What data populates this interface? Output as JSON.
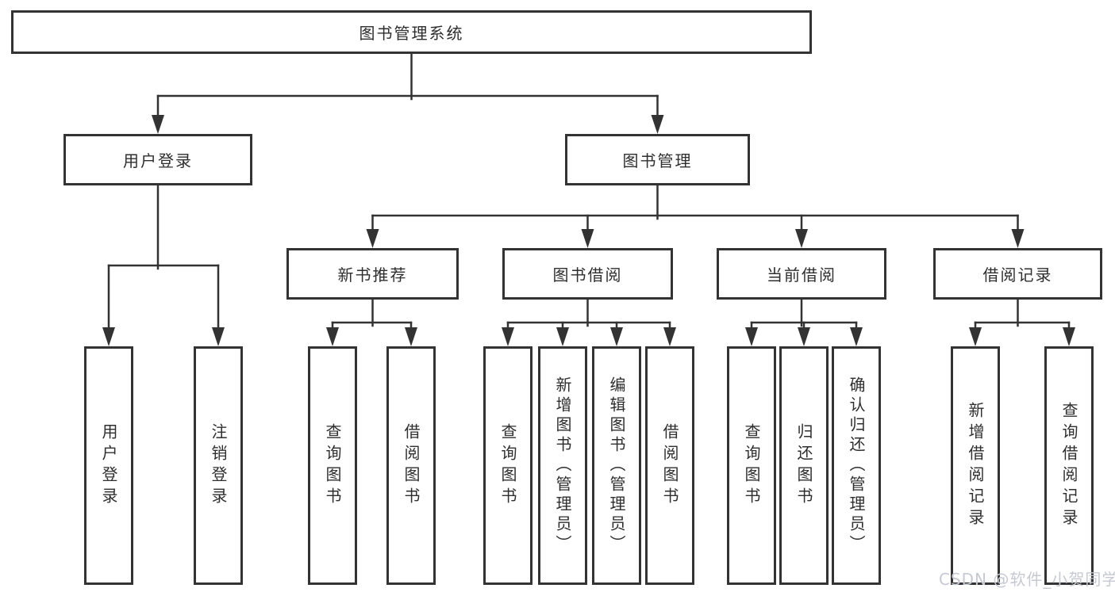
{
  "diagram": {
    "title": "图书管理系统",
    "root": "图书管理系统",
    "level2": {
      "user_login": "用户登录",
      "book_management": "图书管理"
    },
    "level3": {
      "new_book_recommend": "新书推荐",
      "book_borrow": "图书借阅",
      "current_borrow": "当前借阅",
      "borrow_records": "借阅记录"
    },
    "leaves": {
      "user_login_children": [
        "用户登录",
        "注销登录"
      ],
      "new_book_children": [
        "查询图书",
        "借阅图书"
      ],
      "book_borrow_children": [
        "查询图书",
        "新增图书（管理员）",
        "编辑图书（管理员）",
        "借阅图书"
      ],
      "current_borrow_children": [
        "查询图书",
        "归还图书",
        "确认归还（管理员）"
      ],
      "borrow_records_children": [
        "新增借阅记录",
        "查询借阅记录"
      ]
    }
  },
  "watermark": "CSDN @软件_小贺同学",
  "colors": {
    "line": "#333333",
    "box_border": "#333333",
    "box_fill": "#ffffff",
    "text": "#2e2e2e",
    "watermark": "#c6c9d2",
    "background": "#ffffff"
  }
}
